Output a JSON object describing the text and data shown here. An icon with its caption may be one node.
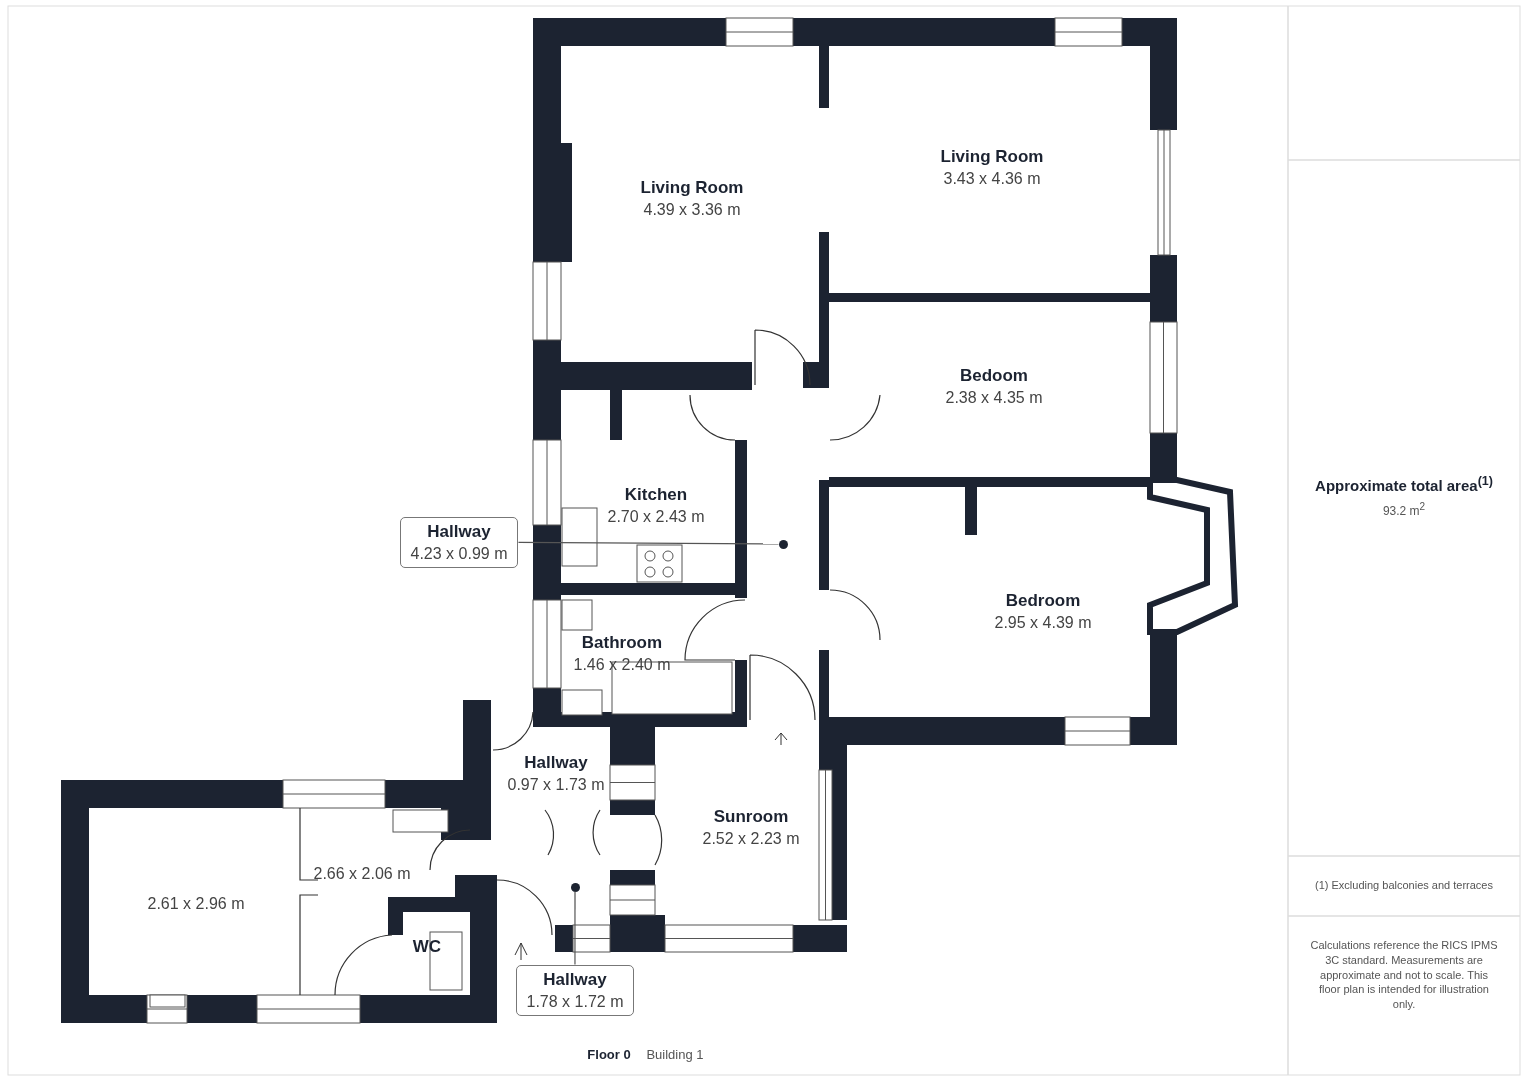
{
  "diagram": {
    "nodes": [
      {
        "text": [
          "Living Room",
          "4.39 x 3.36 m"
        ]
      },
      {
        "text": [
          "Living Room",
          "3.43 x 4.36 m"
        ]
      },
      {
        "text": [
          "Bedoom",
          "2.38 x 4.35 m"
        ]
      },
      {
        "text": [
          "Kitchen",
          "2.70 x 2.43 m"
        ]
      },
      {
        "text": [
          "Hallway",
          "4.23 x 0.99 m"
        ]
      },
      {
        "text": [],
        "shape": "circle"
      },
      {
        "text": [
          "Bedroom",
          "2.95 x 4.39 m"
        ]
      },
      {
        "text": [
          "Bathroom",
          "1.46 x 2.40 m"
        ]
      },
      {
        "text": [
          "Hallway",
          "0.97 x 1.73 m"
        ]
      },
      {
        "text": [
          "Sunroom",
          "2.52 x 2.23 m"
        ]
      },
      {
        "text": [
          "2.66 x 2.06 m"
        ]
      },
      {
        "text": [
          "2.61 x 2.96 m"
        ]
      },
      {
        "text": [
          "WC"
        ]
      },
      {
        "text": [],
        "shape": "circle"
      },
      {
        "text": [
          "Hallway",
          "1.78 x 1.72 m"
        ]
      }
    ],
    "edges": [
      {
        "from": 4,
        "to": 5,
        "arrow": "none"
      },
      {
        "from": 14,
        "to": 13,
        "arrow": "none"
      }
    ],
    "labels": [
      "Approximate total area$^{(1)}$",
      "93.2 m$^{2}$",
      "(1) Excluding balconies and terraces",
      "Calculations reference the RICS IPMS 3C standard. Measurements are approximate and not to scale. This floor plan is intended for illustration only.",
      "Floor 0",
      "Building 1"
    ]
  }
}
